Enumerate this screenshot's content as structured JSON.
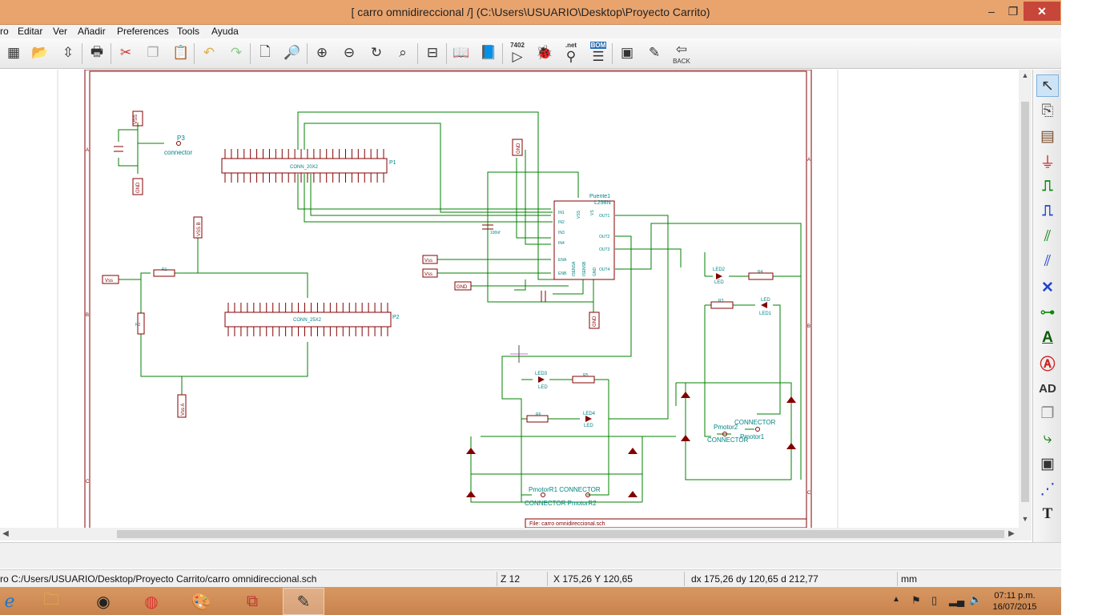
{
  "window": {
    "title": "[ carro omnidireccional /] (C:\\Users\\USUARIO\\Desktop\\Proyecto Carrito)",
    "minimize": "‒",
    "maximize": "❐",
    "close": "✕"
  },
  "menu": {
    "file": "ro",
    "edit": "Editar",
    "view": "Ver",
    "place": "Añadir",
    "preferences": "Preferences",
    "tools": "Tools",
    "help": "Ayuda"
  },
  "toolbar": {
    "netlist_label": "7402",
    "net_label": ".net",
    "bom_label": "BOM",
    "back_label": "BACK"
  },
  "schematic": {
    "filename_label": "File: carro omnidireccional.sch",
    "border_letters": [
      "A",
      "B",
      "C"
    ],
    "components": {
      "p3_ref": "P3",
      "p3_val": "connector",
      "conn20_val": "CONN_20X2",
      "p1_ref": "P1",
      "conn25_val": "CONN_25X2",
      "p2_ref": "P2",
      "puente_ref": "Puente1",
      "puente_val": "L298N",
      "led2_ref": "LED2",
      "led_val": "LED",
      "led1_ref": "LED1",
      "led3_ref": "LED3",
      "led4_ref": "LED4",
      "pmotor_r1": "PmotorR1 CONNECTOR",
      "pmotor_r2": "CONNECTOR PmotorR2",
      "pmotor1": "Pmotor1",
      "connector_a": "CONNECTOR",
      "pmotor_l": "Pmotor2",
      "connector_b": "CONNECTOR",
      "res_r1": "R1",
      "res_r2": "R2",
      "res_r3": "R3",
      "res_r4": "R4",
      "res_r5": "R5",
      "res_r6": "R6",
      "c1_val": "100nf"
    },
    "power": {
      "vss_a": "VSS",
      "gnd_a": "GND",
      "gnd_b": "GND",
      "gnd_c": "GND",
      "gnd_d": "GND",
      "vss_b": "Vss",
      "vss_c": "Vss",
      "vss_d": "Vss",
      "vss_e": "Vss A",
      "vss_f": "VSS B"
    },
    "ic_pins_left": [
      "IN1",
      "IN2",
      "IN3",
      "IN4",
      "ENA",
      "ENB"
    ],
    "ic_pins_right": [
      "OUT1",
      "OUT2",
      "OUT3",
      "OUT4"
    ],
    "ic_pins_top": [
      "VSS",
      "VS"
    ],
    "ic_pins_bottom": [
      "ISENSA",
      "ISENSB",
      "GND"
    ]
  },
  "status": {
    "path": "ro C:/Users/USUARIO/Desktop/Proyecto Carrito/carro omnidireccional.sch",
    "zoom": "Z 12",
    "coords": "X 175,26  Y 120,65",
    "delta": "dx 175,26  dy 120,65  d 212,77",
    "units": "mm"
  },
  "taskbar": {
    "time": "07:11 p.m.",
    "date": "16/07/2015"
  },
  "colors": {
    "wire": "#008000",
    "component": "#840000",
    "label": "#008484",
    "sheet_border": "#840000",
    "titlebar": "#e9a46e",
    "taskbar": "#d08c57"
  }
}
